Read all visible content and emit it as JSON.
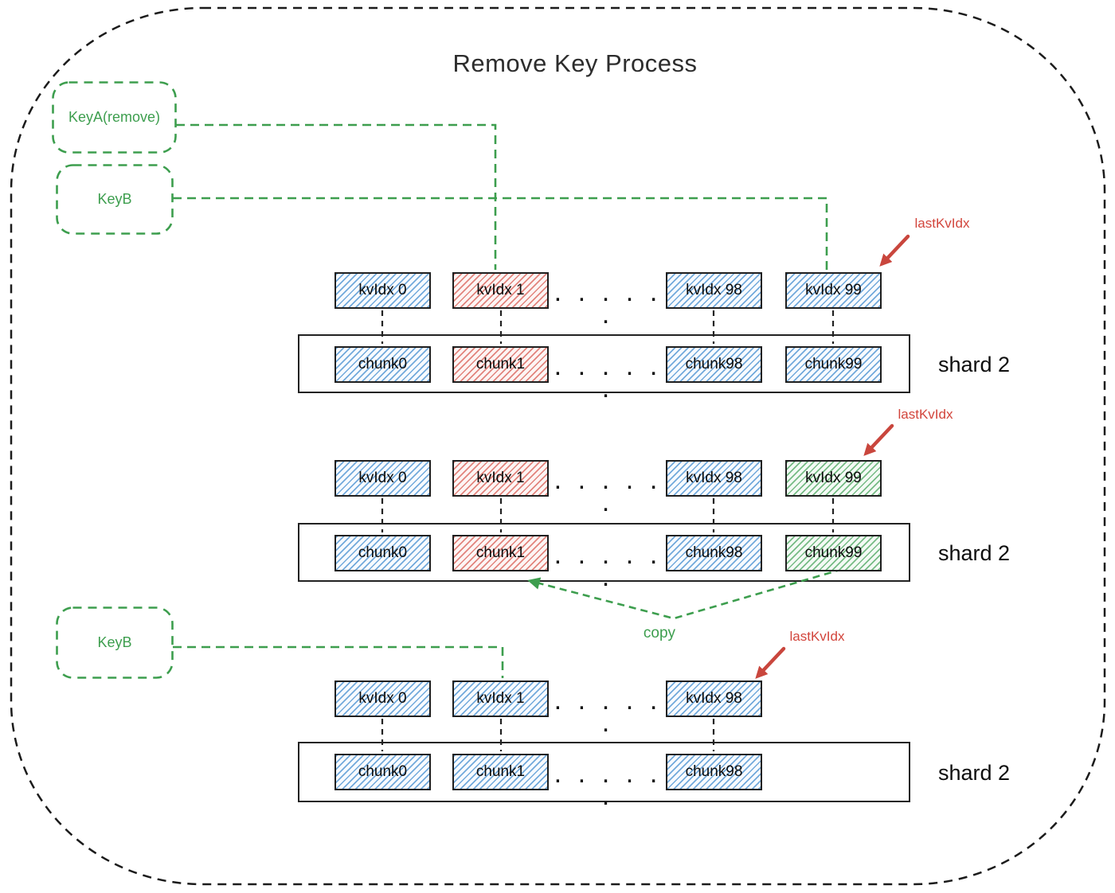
{
  "title": "Remove Key Process",
  "keys": [
    {
      "label": "KeyA(remove)"
    },
    {
      "label": "KeyB"
    },
    {
      "label": "KeyB"
    }
  ],
  "annotations": {
    "last_kv_idx": "lastKvIdx",
    "copy": "copy",
    "ellipsis": ". . . . . ."
  },
  "shards": [
    {
      "label": "shard 2",
      "kv": [
        {
          "text": "kvIdx 0",
          "style": "blue"
        },
        {
          "text": "kvIdx 1",
          "style": "red"
        },
        {
          "text": "kvIdx 98",
          "style": "blue"
        },
        {
          "text": "kvIdx 99",
          "style": "blue"
        }
      ],
      "chunks": [
        {
          "text": "chunk0",
          "style": "blue"
        },
        {
          "text": "chunk1",
          "style": "red"
        },
        {
          "text": "chunk98",
          "style": "blue"
        },
        {
          "text": "chunk99",
          "style": "blue"
        }
      ]
    },
    {
      "label": "shard 2",
      "kv": [
        {
          "text": "kvIdx 0",
          "style": "blue"
        },
        {
          "text": "kvIdx 1",
          "style": "red"
        },
        {
          "text": "kvIdx 98",
          "style": "blue"
        },
        {
          "text": "kvIdx 99",
          "style": "green"
        }
      ],
      "chunks": [
        {
          "text": "chunk0",
          "style": "blue"
        },
        {
          "text": "chunk1",
          "style": "red"
        },
        {
          "text": "chunk98",
          "style": "blue"
        },
        {
          "text": "chunk99",
          "style": "green"
        }
      ]
    },
    {
      "label": "shard 2",
      "kv": [
        {
          "text": "kvIdx 0",
          "style": "blue"
        },
        {
          "text": "kvIdx 1",
          "style": "blue"
        },
        {
          "text": "kvIdx 98",
          "style": "blue"
        }
      ],
      "chunks": [
        {
          "text": "chunk0",
          "style": "blue"
        },
        {
          "text": "chunk1",
          "style": "blue"
        },
        {
          "text": "chunk98",
          "style": "blue"
        }
      ]
    }
  ],
  "colors": {
    "green": "#3d9e4e",
    "red_arrow": "#c9463d",
    "blue_hatch": "#5b9bd5",
    "red_hatch": "#db685f",
    "green_hatch": "#4ca65f",
    "box_border": "#1f1f1f"
  }
}
